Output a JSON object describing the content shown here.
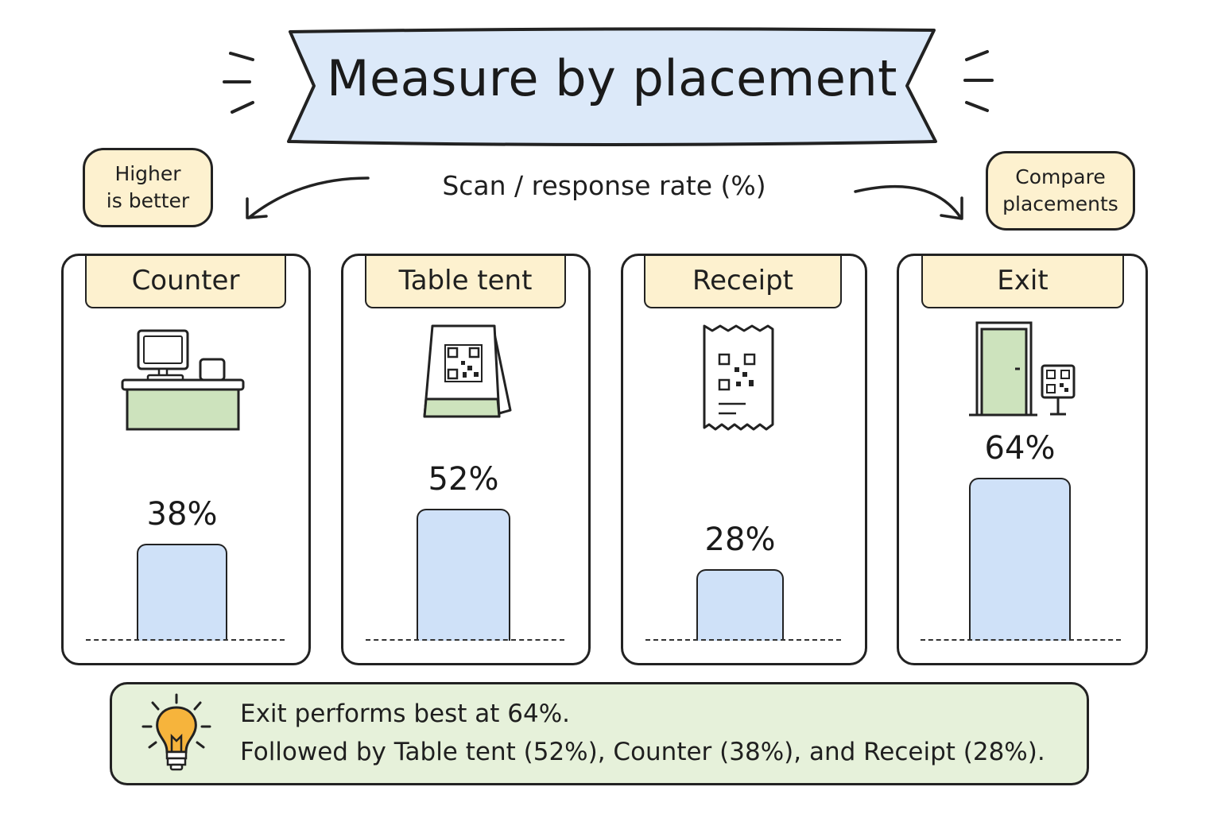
{
  "title": "Measure by placement",
  "notes": {
    "left": [
      "Higher",
      "is better"
    ],
    "right": [
      "Compare",
      "placements"
    ]
  },
  "chart_data": {
    "type": "bar",
    "title": "Measure by placement",
    "ylabel": "Scan / response rate (%)",
    "categories": [
      "Counter",
      "Table tent",
      "Receipt",
      "Exit"
    ],
    "values": [
      38,
      52,
      28,
      64
    ],
    "value_labels": [
      "38%",
      "52%",
      "28%",
      "64%"
    ],
    "icons": [
      "checkout-counter-icon",
      "table-tent-qr-icon",
      "receipt-qr-icon",
      "exit-door-qr-icon"
    ],
    "ylim": [
      0,
      100
    ],
    "grid": false,
    "bar_color": "#cfe1f8"
  },
  "summary": {
    "line1": "Exit performs best at 64%.",
    "line2": "Followed by Table tent (52%), Counter (38%), and Receipt (28%).",
    "icon": "lightbulb-icon"
  },
  "colors": {
    "banner": "#dce9f9",
    "note": "#fdf1cf",
    "summary": "#e6f1da",
    "accent_green": "#cde3bd"
  }
}
